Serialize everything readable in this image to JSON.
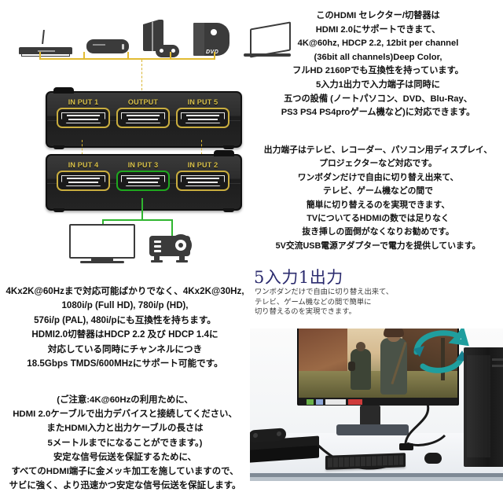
{
  "page": {
    "background": "#ffffff",
    "accent_yellow": "#d8c04a",
    "accent_green": "#1fa81f",
    "heading_color": "#2b2b6e",
    "teal_arrow_color": "#1f9e9e"
  },
  "diagram": {
    "source_devices": [
      {
        "name": "router-icon",
        "label": "Router / Set-top box"
      },
      {
        "name": "cable-box-icon",
        "label": "Cable box"
      },
      {
        "name": "playstation-icon",
        "label": "PlayStation console"
      },
      {
        "name": "dvd-disc-icon",
        "label": "DVD"
      },
      {
        "name": "laptop-icon",
        "label": "Laptop"
      }
    ],
    "dvd_text": "DVD",
    "switcher_top_ports": [
      {
        "label": "IN PUT 1",
        "highlight": "none"
      },
      {
        "label": "OUTPUT",
        "highlight": "none"
      },
      {
        "label": "IN PUT 5",
        "highlight": "none"
      }
    ],
    "switcher_bottom_ports": [
      {
        "label": "IN PUT 4",
        "highlight": "none"
      },
      {
        "label": "IN PUT 3",
        "highlight": "green"
      },
      {
        "label": "IN PUT 2",
        "highlight": "none"
      }
    ],
    "output_devices": [
      {
        "name": "television-icon",
        "label": "TV"
      },
      {
        "name": "projector-icon",
        "label": "Projector"
      }
    ]
  },
  "text_top_right": {
    "lines": [
      "このHDMI セレクター/切替器は",
      "HDMI 2.0にサポートできまて、",
      "4K@60hz, HDCP 2.2, 12bit per channel",
      "(36bit all channels)Deep Color,",
      "フルHD 2160Pでも互換性を持っています。",
      "5入力1出力で入力端子は同時に",
      "五つの設備 (ノートパソコン、DVD、Blu-Ray、",
      "PS3 PS4 PS4proゲーム機など)に対応できます。"
    ]
  },
  "text_mid_right": {
    "lines": [
      "出力端子はテレビ、レコーダー、パソコン用ディスプレイ、",
      "プロジェクターなど対応です。",
      "ワンボダンだけで自由に切り替え出来て、",
      "テレビ、ゲーム機などの間で",
      "簡単に切り替えるのを実現できます、",
      "TVについてるHDMIの数では足りなく",
      "抜き挿しの面倒がなくなりお勧めです。",
      "5V交流USB電源アダプターで電力を提供しています。"
    ]
  },
  "feature_heading": {
    "title": "5入力1出力",
    "subtitle_lines": [
      "ワンボダンだけで自由に切り替え出来て、",
      "テレビ、ゲーム機などの間で簡単に",
      "切り替えるのを実現できます。"
    ]
  },
  "text_mid_left": {
    "lines": [
      "4Kx2K@60Hzまで対応可能ばかりでなく、4Kx2K@30Hz,",
      "1080i/p (Full HD), 780i/p (HD),",
      "576i/p (PAL), 480i/pにも互換性を持ちます。",
      "HDMI2.0切替器はHDCP 2.2 及び HDCP 1.4に",
      "対応している同時にチャンネルにつき",
      "18.5Gbps TMDS/600MHzにサポート可能です。"
    ]
  },
  "text_bottom_left": {
    "lines": [
      "(ご注意:4K@60Hzの利用ために、",
      "HDMI 2.0ケーブルで出力デバイスと接続してください、",
      "またHDMI入力と出力ケーブルの長さは",
      "5メートルまでになることができます。)",
      "安定な信号伝送を保証するために、",
      "すべてのHDMI端子に金メッキ加工を施していますので、",
      "サビに強く、より迅速かつ安定な信号伝送を保証します。"
    ]
  },
  "photo": {
    "name": "desk-setup-photo",
    "elements": [
      {
        "name": "monitor",
        "label": "Gaming monitor"
      },
      {
        "name": "ps4-console",
        "label": "PS4 console with controller"
      },
      {
        "name": "keyboard",
        "label": "Keyboard"
      },
      {
        "name": "mouse",
        "label": "Mouse"
      },
      {
        "name": "pc-tower",
        "label": "Desktop PC tower"
      },
      {
        "name": "hdmi-switch-hub",
        "label": "HDMI switch"
      },
      {
        "name": "switch-arrows",
        "label": "Switching arrows"
      }
    ]
  }
}
